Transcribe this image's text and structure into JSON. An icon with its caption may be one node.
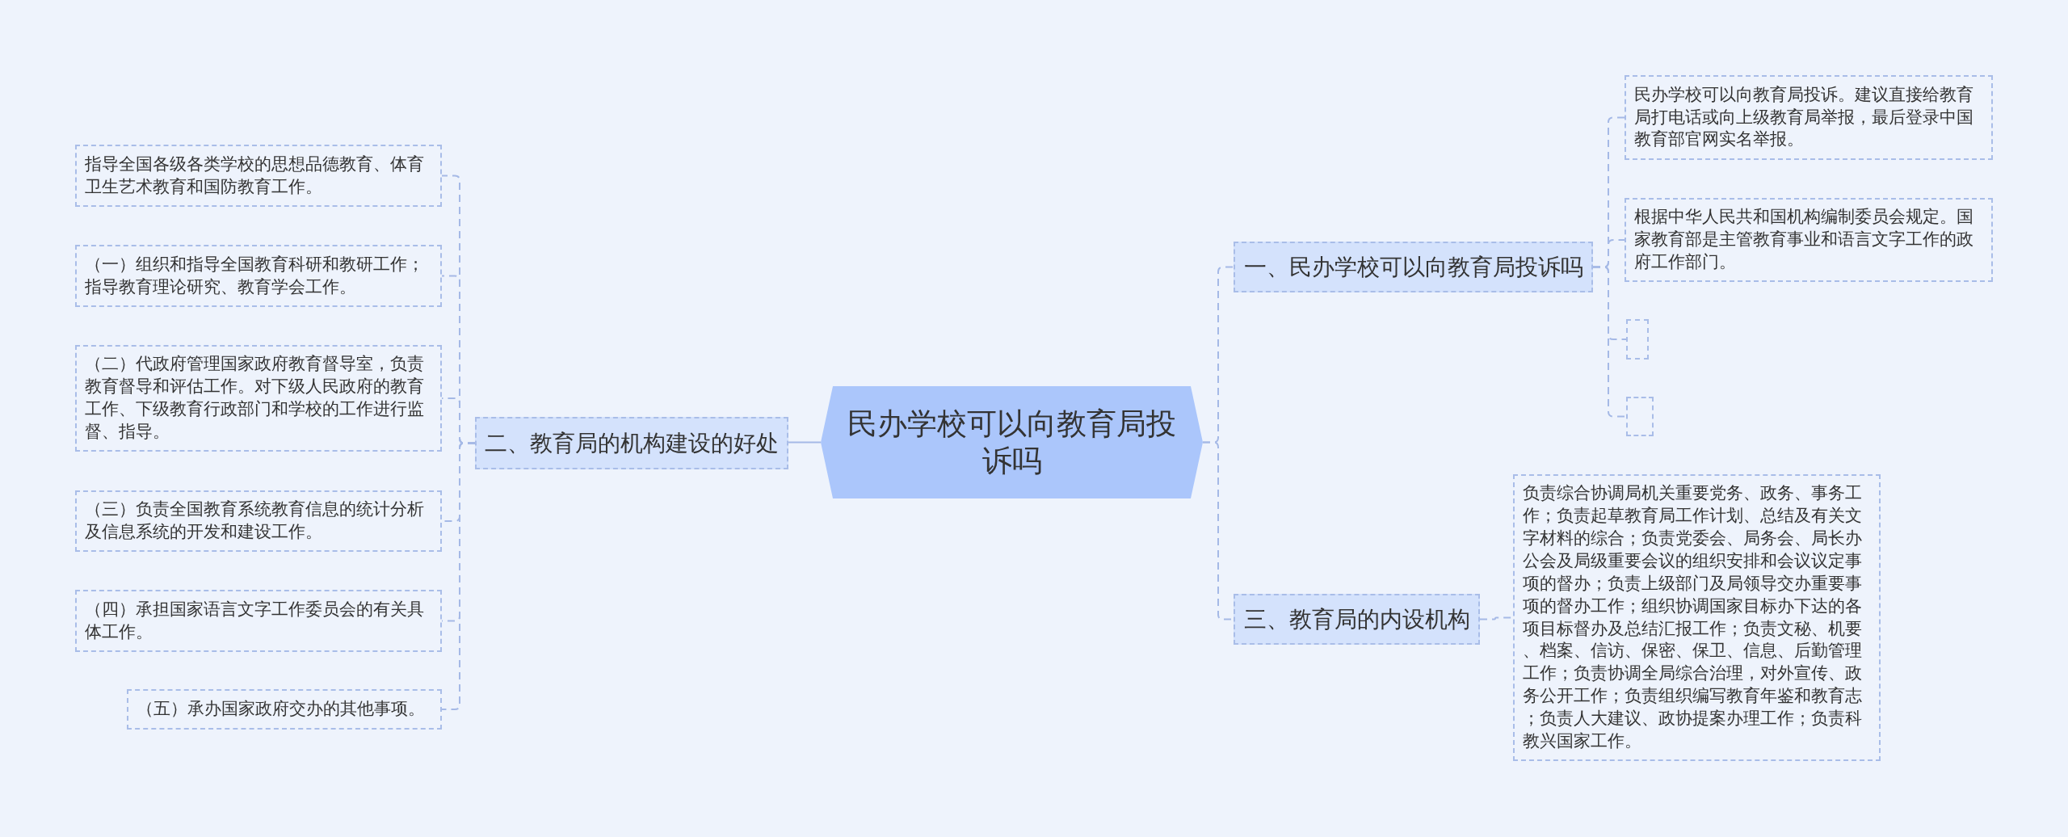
{
  "diagram": {
    "nodes": [
      {
        "text": [
          "民办学校可以向教育局投诉吗"
        ]
      },
      {
        "text": [
          "二、教育局的机构建设的好处"
        ]
      },
      {
        "text": [
          "指导全国各级各类学校的思想品德教育、体育卫生艺术教育和国防教育工作。"
        ]
      },
      {
        "text": [
          "（一）组织和指导全国教育科研和教研工作；指导教育理论研究、教育学会工作。"
        ]
      },
      {
        "text": [
          "（二）代政府管理国家政府教育督导室，负责教育督导和评估工作。对下级人民政府的教育工作、下级教育行政部门和学校的工作进行监督、指导。"
        ]
      },
      {
        "text": [
          "（三）负责全国教育系统教育信息的统计分析及信息系统的开发和建设工作。"
        ]
      },
      {
        "text": [
          "（四）承担国家语言文字工作委员会的有关具体工作。"
        ]
      },
      {
        "text": [
          "（五）承办国家政府交办的其他事项。"
        ]
      },
      {
        "text": [
          "一、民办学校可以向教育局投诉吗"
        ]
      },
      {
        "text": [
          "民办学校可以向教育局投诉。建议直接给教育局打电话或向上级教育局举报，最后登录中国教育部官网实名举报。"
        ]
      },
      {
        "text": [
          "根据中华人民共和国机构编制委员会规定。国家教育部是主管教育事业和语言文字工作的政府工作部门。"
        ]
      },
      {
        "text": [],
        "shape": "box"
      },
      {
        "text": [],
        "shape": "box"
      },
      {
        "text": [
          "三、教育局的内设机构"
        ]
      },
      {
        "text": [
          "负责综合协调局机关重要党务、政务、事务工作；负责起草教育局工作计划、总结及有关文字材料的综合；负责党委会、局务会、局长办公会及局级重要会议的组织安排和会议议定事项的督办；负责上级部门及局领导交办重要事项的督办工作；组织协调国家目标办下达的各项目标督办及总结汇报工作；负责文秘、机要、档案、信访、保密、保卫、信息、后勤管理工作；负责协调全局综合治理，对外宣传、政务公开工作；负责组织编写教育年鉴和教育志；负责人大建议、政协提案办理工作；负责科教兴国家工作。"
        ]
      }
    ],
    "edges": [
      {
        "from": 0,
        "to": 1,
        "arrow": "none"
      },
      {
        "from": 1,
        "to": 2,
        "arrow": "none",
        "style": "dashed"
      },
      {
        "from": 1,
        "to": 3,
        "arrow": "none",
        "style": "dashed"
      },
      {
        "from": 1,
        "to": 4,
        "arrow": "none",
        "style": "dashed"
      },
      {
        "from": 1,
        "to": 5,
        "arrow": "none",
        "style": "dashed"
      },
      {
        "from": 1,
        "to": 6,
        "arrow": "none",
        "style": "dashed"
      },
      {
        "from": 1,
        "to": 7,
        "arrow": "none",
        "style": "dashed"
      },
      {
        "from": 0,
        "to": 8,
        "arrow": "none",
        "style": "dashed"
      },
      {
        "from": 8,
        "to": 9,
        "arrow": "none",
        "style": "dashed"
      },
      {
        "from": 8,
        "to": 10,
        "arrow": "none",
        "style": "dashed"
      },
      {
        "from": 8,
        "to": 11,
        "arrow": "none",
        "style": "dashed"
      },
      {
        "from": 8,
        "to": 12,
        "arrow": "none",
        "style": "dashed"
      },
      {
        "from": 0,
        "to": 13,
        "arrow": "none",
        "style": "dashed"
      },
      {
        "from": 13,
        "to": 14,
        "arrow": "none",
        "style": "dashed"
      }
    ]
  }
}
